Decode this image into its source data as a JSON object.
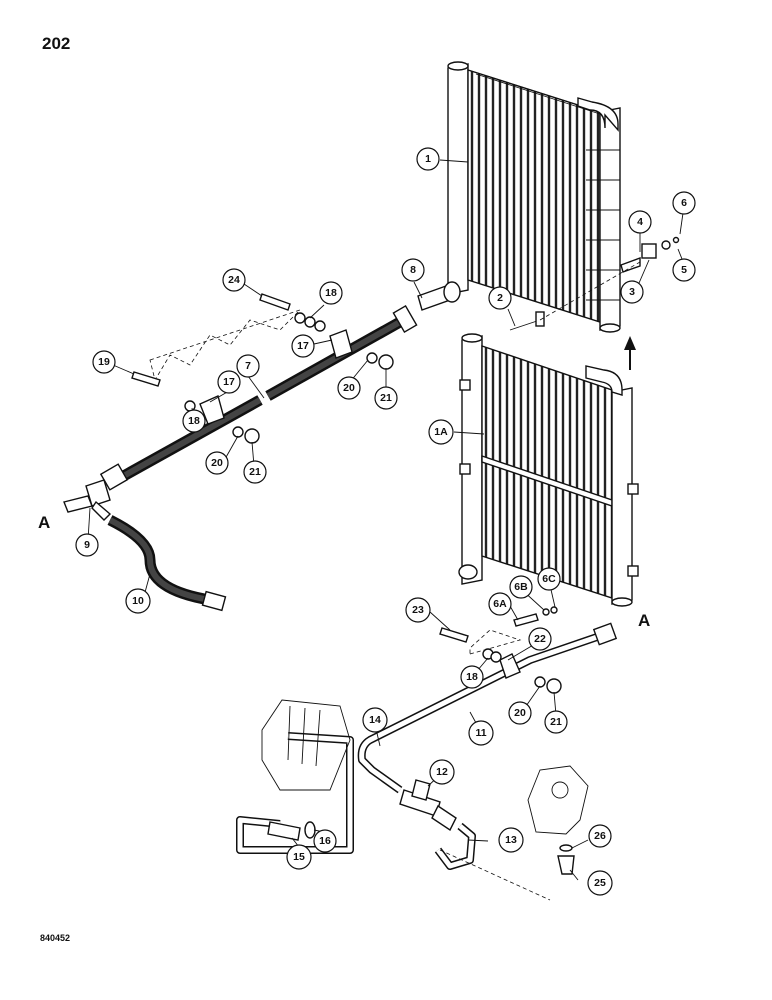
{
  "page": {
    "number": "202",
    "drawing_id": "840452"
  },
  "connection_labels": {
    "left": "A",
    "right": "A"
  },
  "callouts": {
    "c1": "1",
    "c1a": "1A",
    "c2": "2",
    "c3": "3",
    "c4": "4",
    "c5": "5",
    "c6": "6",
    "c6a": "6A",
    "c6b": "6B",
    "c6c": "6C",
    "c7": "7",
    "c8": "8",
    "c9": "9",
    "c10": "10",
    "c11": "11",
    "c12": "12",
    "c13": "13",
    "c14": "14",
    "c15": "15",
    "c16": "16",
    "c17a": "17",
    "c17b": "17",
    "c18a": "18",
    "c18b": "18",
    "c18c": "18",
    "c19": "19",
    "c20a": "20",
    "c20b": "20",
    "c20c": "20",
    "c21a": "21",
    "c21b": "21",
    "c21c": "21",
    "c22": "22",
    "c23": "23",
    "c24": "24",
    "c25": "25",
    "c26": "26"
  }
}
